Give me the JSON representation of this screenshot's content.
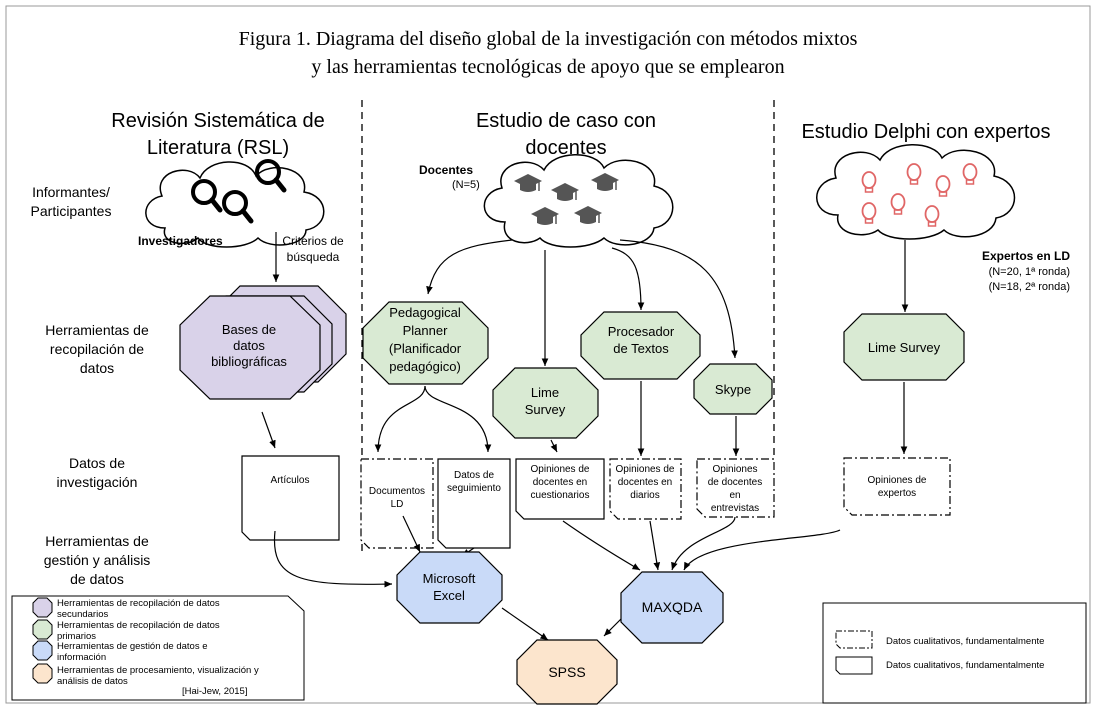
{
  "figure": {
    "title_line1": "Figura 1. Diagrama del diseño global de la investigación con métodos mixtos",
    "title_line2": "y las herramientas tecnológicas de apoyo que se emplearon"
  },
  "sections": {
    "rsl_line1": "Revisión Sistemática de",
    "rsl_line2": "Literatura (RSL)",
    "case_line1": "Estudio de caso con",
    "case_line2": "docentes",
    "delphi": "Estudio Delphi con expertos"
  },
  "row_labels": {
    "informantes_1": "Informantes/",
    "informantes_2": "Participantes",
    "herr_recop_1": "Herramientas de",
    "herr_recop_2": "recopilación de",
    "herr_recop_3": "datos",
    "datos_inv_1": "Datos de",
    "datos_inv_2": "investigación",
    "herr_gest_1": "Herramientas de",
    "herr_gest_2": "gestión y análisis",
    "herr_gest_3": "de datos"
  },
  "participants": {
    "investigadores": "Investigadores",
    "criterios_1": "Criterios de",
    "criterios_2": "búsqueda",
    "docentes": "Docentes",
    "docentes_n": "(N=5)",
    "expertos": "Expertos en LD",
    "expertos_n1": "(N=20, 1ª ronda)",
    "expertos_n2": "(N=18, 2ª ronda)"
  },
  "tools": {
    "bases_1": "Bases de",
    "bases_2": "datos",
    "bases_3": "bibliográficas",
    "planner_1": "Pedagogical",
    "planner_2": "Planner",
    "planner_3": "(Planificador",
    "planner_4": "pedagógico)",
    "lime1_1": "Lime",
    "lime1_2": "Survey",
    "procesador_1": "Procesador",
    "procesador_2": "de Textos",
    "skype": "Skype",
    "lime2": "Lime Survey",
    "excel_1": "Microsoft",
    "excel_2": "Excel",
    "maxqda": "MAXQDA",
    "spss": "SPSS"
  },
  "data_docs": {
    "articulos": "Artículos",
    "documentos_1": "Documentos",
    "documentos_2": "LD",
    "seguimiento_1": "Datos de",
    "seguimiento_2": "seguimiento",
    "cuest_1": "Opiniones de",
    "cuest_2": "docentes en",
    "cuest_3": "cuestionarios",
    "diarios_1": "Opiniones de",
    "diarios_2": "docentes en",
    "diarios_3": "diarios",
    "entrev_1": "Opiniones",
    "entrev_2": "de docentes",
    "entrev_3": "en",
    "entrev_4": "entrevistas",
    "expertos_1": "Opiniones de",
    "expertos_2": "expertos"
  },
  "legend_left": {
    "item1_1": "Herramientas de recopilación de datos",
    "item1_2": "secundarios",
    "item2_1": "Herramientas de recopilación de datos",
    "item2_2": "primarios",
    "item3_1": "Herramientas de gestión de datos e",
    "item3_2": "información",
    "item4_1": "Herramientas de procesamiento, visualización y",
    "item4_2": "análisis de datos",
    "citation": "[Hai-Jew, 2015]"
  },
  "legend_right": {
    "dashed_label": "Datos cualitativos, fundamentalmente",
    "solid_label": "Datos cualitativos, fundamentalmente"
  },
  "colors": {
    "purple": "#d9d2e9",
    "green": "#d9ead3",
    "blue": "#c9daf8",
    "orange": "#fce5cd",
    "bulb": "#e06666",
    "cap": "#555555",
    "border": "#000000"
  }
}
